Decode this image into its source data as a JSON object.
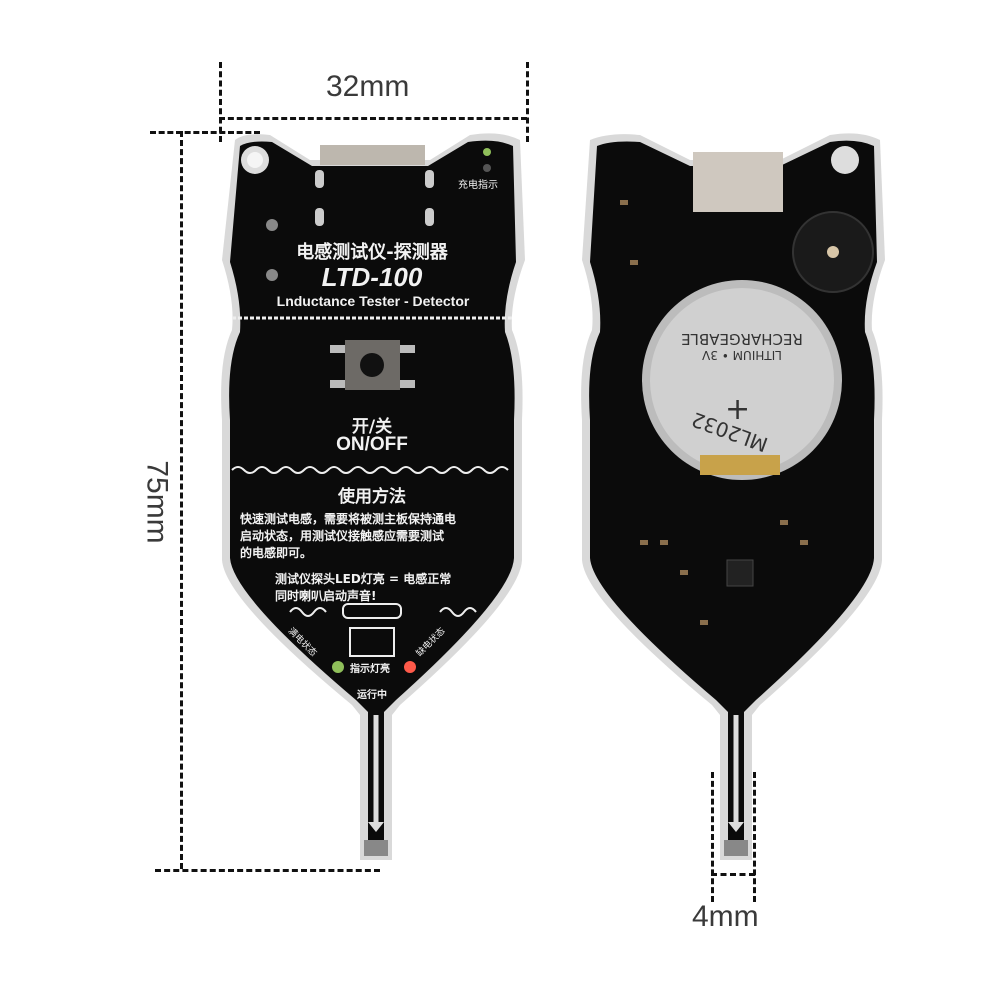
{
  "dimensions": {
    "width_label": "32mm",
    "height_label": "75mm",
    "probe_width_label": "4mm"
  },
  "front_board": {
    "charge_indicator_label": "充电指示",
    "title_cn": "电感测试仪-探测器",
    "model": "LTD-100",
    "title_en": "Lnductance Tester - Detector",
    "switch_label_cn": "开/关",
    "switch_label_en": "ON/OFF",
    "instructions_heading": "使用方法",
    "instructions_lines": [
      "快速测试电感，需要将被测主板保持通电",
      "启动状态，用测试仪接触感应需要测试",
      "的电感即可。"
    ],
    "result_lines": [
      "测试仪探头LED灯亮 = 电感正常",
      "同时喇叭启动声音!"
    ],
    "led_left_label": "满电状态",
    "led_right_label": "缺电状态",
    "indicator_label": "指示灯亮",
    "running_label": "运行中"
  },
  "back_board": {
    "battery_line1": "LITHIUM • 3V",
    "battery_line2": "RECHARGEABLE",
    "battery_plus": "+",
    "battery_model": "ML2032"
  },
  "colors": {
    "pcb": "#0b0b0b",
    "silkscreen": "#f2f2f2",
    "edge": "#d9d9d9",
    "led_green": "#8fbf5a",
    "led_red": "#ff5a4a",
    "gold": "#c8a24a"
  }
}
